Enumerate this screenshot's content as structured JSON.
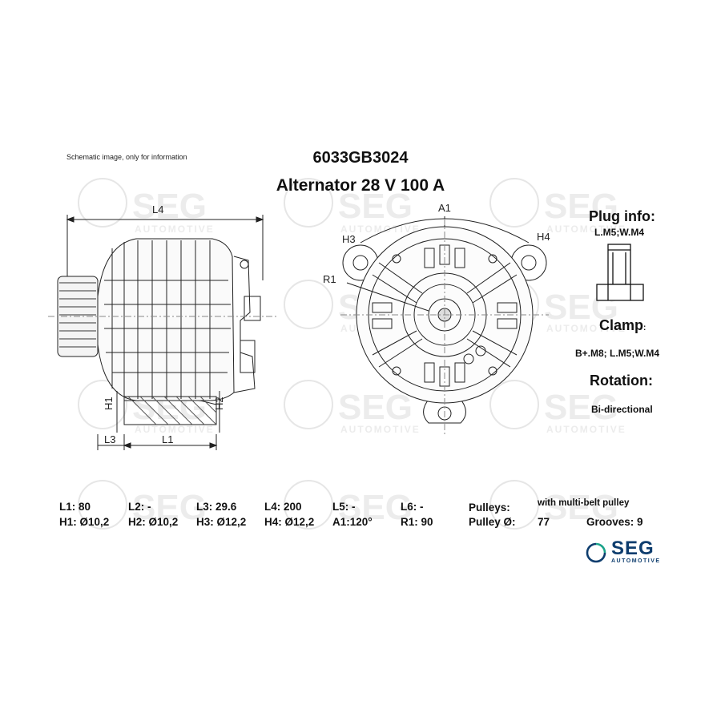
{
  "header": {
    "disclaimer": "Schematic image, only for information",
    "part_number": "6033GB3024",
    "title": "Alternator 28 V 100 A"
  },
  "watermark": {
    "brand": "SEG",
    "sub": "AUTOMOTIVE"
  },
  "drawing": {
    "dim_labels": {
      "L4": "L4",
      "H1": "H1",
      "H2": "H2",
      "L3": "L3",
      "L1": "L1",
      "A1": "A1",
      "H3": "H3",
      "H4": "H4",
      "R1": "R1"
    }
  },
  "side_panel": {
    "plug_info_label": "Plug info:",
    "plug_info_value": "L.M5;W.M4",
    "clamp_label": "Clamp",
    "clamp_colon": ":",
    "clamp_value": "B+.M8; L.M5;W.M4",
    "rotation_label": "Rotation:",
    "rotation_value": "Bi-directional"
  },
  "specs": {
    "row1": [
      {
        "key": "L1",
        "text": "L1: 80"
      },
      {
        "key": "L2",
        "text": "L2: -"
      },
      {
        "key": "L3",
        "text": "L3: 29.6"
      },
      {
        "key": "L4",
        "text": "L4: 200"
      },
      {
        "key": "L5",
        "text": "L5: -"
      },
      {
        "key": "L6",
        "text": "L6: -"
      }
    ],
    "row2": [
      {
        "key": "H1",
        "text": "H1: Ø10,2"
      },
      {
        "key": "H2",
        "text": "H2: Ø10,2"
      },
      {
        "key": "H3",
        "text": "H3: Ø12,2"
      },
      {
        "key": "H4",
        "text": "H4: Ø12,2"
      },
      {
        "key": "A1",
        "text": "A1:120°"
      },
      {
        "key": "R1",
        "text": "R1: 90"
      }
    ],
    "pulleys_label": "Pulleys:",
    "pulleys_value": "with multi-belt pulley",
    "pulley_dia_label": "Pulley Ø:",
    "pulley_dia_value": "77",
    "grooves": "Grooves: 9"
  },
  "logo": {
    "brand": "SEG",
    "sub": "AUTOMOTIVE",
    "colors": {
      "primary": "#0e3d6e",
      "accent": "#1aa38a"
    }
  }
}
